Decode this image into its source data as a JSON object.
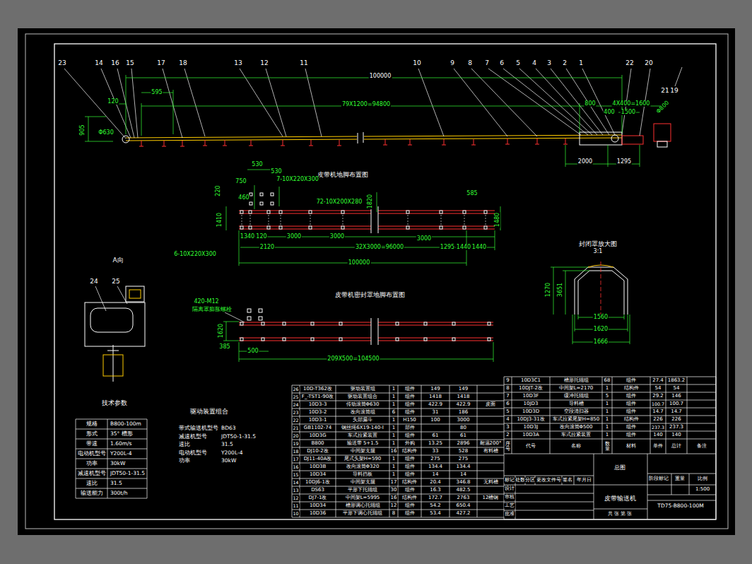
{
  "diagram": {
    "labels": [
      "23",
      "14",
      "16",
      "15",
      "17",
      "18",
      "13",
      "12",
      "11",
      "10",
      "9",
      "8",
      "7",
      "6",
      "5",
      "4",
      "3",
      "2",
      "1",
      "22",
      "20",
      "21",
      "19",
      "100000",
      "595",
      "120",
      "79X1200=94800",
      "800",
      "4X400=1600",
      "400",
      "1500",
      "Φ800",
      "905",
      "Φ630",
      "2000",
      "1295",
      "皮带机地脚布置图",
      "530",
      "530",
      "7-10X220X300",
      "750",
      "220",
      "460",
      "72-10X200X280",
      "1820",
      "585",
      "1410",
      "1480",
      "1340",
      "120",
      "6-10X220X300",
      "2120",
      "3000",
      "3000",
      "32X3000=96000",
      "3000",
      "1295",
      "1440",
      "1440",
      "100000",
      "封闭罩放大图",
      "3:1",
      "1270",
      "3651",
      "1560",
      "1620",
      "1666",
      "A向",
      "24",
      "25",
      "皮带机密封罩地脚布置图",
      "420-M12",
      "隔离罩膨胀螺栓",
      "1620",
      "385",
      "500",
      "209X500=104500",
      "技术参数",
      "驱动装置组合",
      "总图",
      "皮带输送机",
      "TD75-B800-100M",
      "阶段标记",
      "重量",
      "比例",
      "1:500",
      "标记",
      "处数",
      "分区",
      "更改文件号",
      "签名",
      "年月日",
      "设计",
      "审核",
      "工艺",
      "批准",
      "共 张 第 张",
      "规格",
      "B800-100m",
      "形式",
      "35° 槽形",
      "带速",
      "1.60m/s",
      "电动机型号",
      "Y200L-4",
      "功率",
      "30kW",
      "减速机型号",
      "JDT50-1-31.5",
      "速比",
      "31.5",
      "输送能力",
      "300t/h",
      "带式输送机型号",
      "BD63",
      "减速机型号",
      "JDT50-1-31.5",
      "速比",
      "31.5",
      "电动机型号",
      "Y200L-4",
      "功率",
      "30kW",
      "26",
      "10D-T362改",
      "驱动装置组",
      "1",
      "组件",
      "149",
      "149",
      "25",
      "F_-TST1-90改",
      "驱动装置组合",
      "1",
      "组件",
      "1418",
      "1418",
      "24",
      "10D3-3",
      "传动滚筒Φ630",
      "1",
      "组件",
      "422.9",
      "422.9",
      "皮面",
      "23",
      "10D3-2",
      "改向滚筒组",
      "6",
      "组件",
      "31",
      "186",
      "22",
      "10D3-1",
      "头部漏斗",
      "1",
      "H150",
      "100",
      "3000",
      "21",
      "GB1102-74",
      "钢丝绳6X19-140-Ⅰ",
      "1",
      "部件",
      "80",
      "20",
      "10D3G",
      "车式拉紧装置",
      "1",
      "组件",
      "61",
      "61",
      "19",
      "B800",
      "输送带 5+1.5",
      "1",
      "外购",
      "13.25",
      "2896",
      "耐温200°",
      "18",
      "DJ10-2改",
      "中间架支腿",
      "16",
      "结构件",
      "33",
      "528",
      "有料槽",
      "17",
      "DJ11-40A改",
      "尾式头架H=590",
      "1",
      "组件",
      "275",
      "275",
      "16",
      "10D3B",
      "改向滚筒Φ320",
      "1",
      "组件",
      "134.4",
      "134.4",
      "15",
      "10D34",
      "导料挡板",
      "1",
      "组件",
      "14",
      "14",
      "14",
      "10DJ6-1改",
      "中间架支腿",
      "17",
      "结构件",
      "20.4",
      "346.8",
      "无料槽",
      "13",
      "DS63",
      "平形下托辊组",
      "30",
      "组件",
      "16.3",
      "482.5",
      "12",
      "DJ7-1改",
      "中间架L=5995",
      "16",
      "结构件",
      "172.7",
      "2763",
      "12槽钢",
      "11",
      "10D34",
      "槽形调心托辊组",
      "12",
      "组件",
      "54.2",
      "650.4",
      "10",
      "10D36",
      "平形下调心托辊组",
      "8",
      "组件",
      "53.4",
      "427.2",
      "序号",
      "代号",
      "名称",
      "数量",
      "材料",
      "单件",
      "总计",
      "备注",
      "9",
      "10D3C1",
      "槽形托辊组",
      "68",
      "组件",
      "27.4",
      "1863.2",
      "8",
      "10DJT-2改",
      "中间架L=2170",
      "1",
      "结构件",
      "54",
      "54",
      "7",
      "10D3F",
      "缓冲托辊组",
      "5",
      "组件",
      "29.2",
      "146",
      "6",
      "10JD3",
      "导料槽",
      "1",
      "组件",
      "100.7",
      "100.7",
      "5",
      "10D3D",
      "空段清扫器",
      "1",
      "组件",
      "14.7",
      "14.7",
      "4",
      "10DJ3-31改",
      "车式拉紧尾架H=850",
      "1",
      "结构件",
      "226",
      "226",
      "3",
      "10D3J",
      "改向滚筒Φ500",
      "1",
      "组件",
      "237.3",
      "237.3",
      "2",
      "10D3A",
      "车式拉紧装置",
      "1",
      "组件",
      "140",
      "140"
    ]
  }
}
